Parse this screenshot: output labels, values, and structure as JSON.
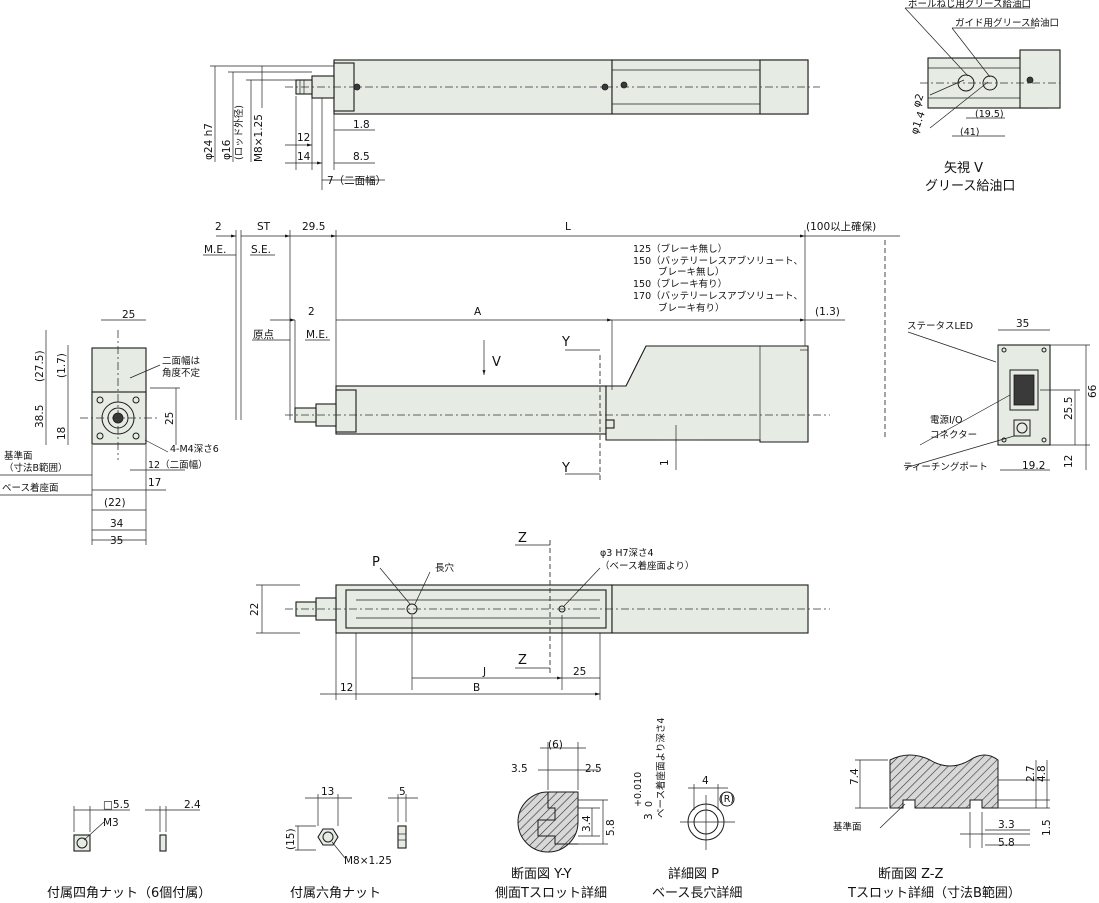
{
  "top_view": {
    "dims": {
      "d24": "φ24 h7",
      "d16": "φ16",
      "rod_od": "(ロッド外径)",
      "m8": "M8×1.25",
      "d12": "12",
      "d14": "14",
      "d1_8": "1.8",
      "d8_5": "8.5",
      "d7": "7（二面幅）"
    }
  },
  "arrow_v": {
    "grease_ball": "ボールねじ用グリース給油口",
    "grease_guide": "ガイド用グリース給油口",
    "phi2": "φ2",
    "phi1_4": "φ1.4",
    "d19_5": "(19.5)",
    "d41": "(41)",
    "title1": "矢視 V",
    "title2": "グリース給油口"
  },
  "side_view": {
    "d2": "2",
    "st": "ST",
    "d29_5": "29.5",
    "l": "L",
    "d100": "(100以上確保)",
    "me": "M.E.",
    "se": "S.E.",
    "origin": "原点",
    "me2": "M.E.",
    "d2b": "2",
    "a": "A",
    "d1_3": "(1.3)",
    "note1": "125（ブレーキ無し）",
    "note2": "150（バッテリーレスアブソリュート、",
    "note3": "ブレーキ無し）",
    "note4": "150（ブレーキ有り）",
    "note5": "170（バッテリーレスアブソリュート、",
    "note6": "ブレーキ有り）",
    "v": "V",
    "y1": "Y",
    "y2": "Y",
    "d1": "1"
  },
  "end_view": {
    "d25": "25",
    "d27_5": "(27.5)",
    "d1_7": "(1.7)",
    "d38_5": "38.5",
    "d18": "18",
    "d25b": "25",
    "flat": "二面幅は",
    "flat2": "角度不定",
    "m4": "4-M4深さ6",
    "d12": "12（二面幅）",
    "ref_face": "基準面",
    "ref_face2": "（寸法B範囲）",
    "base_face": "ベース着座面",
    "d17": "17",
    "d22": "(22)",
    "d34": "34",
    "d35": "35"
  },
  "connector_view": {
    "status_led": "ステータスLED",
    "d35": "35",
    "power_io": "電源I/O",
    "connector": "コネクター",
    "teaching": "ティーチングポート",
    "d19_2": "19.2",
    "d25_5": "25.5",
    "d66": "66",
    "d12": "12"
  },
  "bottom_view": {
    "z1": "Z",
    "z2": "Z",
    "p": "P",
    "slot": "長穴",
    "phi3": "φ3 H7深さ4",
    "phi3b": "（ベース着座面より）",
    "d22": "22",
    "d12": "12",
    "j": "J",
    "b": "B",
    "d25": "25"
  },
  "details": {
    "sq_nut": {
      "d5_5": "□5.5",
      "m3": "M3",
      "d2_4": "2.4",
      "caption": "付属四角ナット（6個付属）"
    },
    "hex_nut": {
      "d13": "13",
      "d5": "5",
      "d15": "(15)",
      "m8": "M8×1.25",
      "caption": "付属六角ナット"
    },
    "yy": {
      "d6": "(6)",
      "d3_5": "3.5",
      "d2_5": "2.5",
      "d3_4": "3.4",
      "d5_8": "5.8",
      "caption1": "断面図 Y-Y",
      "caption2": "側面Tスロット詳細"
    },
    "p": {
      "d3h": "3",
      "tol": "+0.010",
      "tol0": "0",
      "depth": "ベース着座面より深さ4",
      "d4": "4",
      "r": "(R)",
      "caption1": "詳細図 P",
      "caption2": "ベース長穴詳細"
    },
    "zz": {
      "d7_4": "7.4",
      "d2_7": "2.7",
      "d4_8": "4.8",
      "ref": "基準面",
      "d3_3": "3.3",
      "d1_5": "1.5",
      "d5_8": "5.8",
      "caption1": "断面図 Z-Z",
      "caption2": "Tスロット詳細（寸法B範囲）"
    }
  }
}
